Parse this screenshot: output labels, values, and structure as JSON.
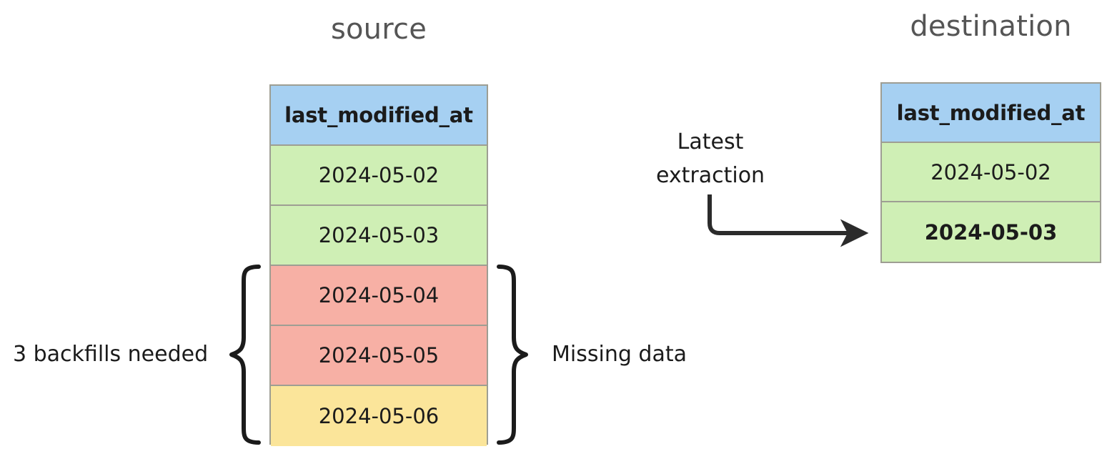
{
  "diagram": {
    "title_source": "source",
    "title_destination": "destination",
    "colors": {
      "header_blue": "#a6d0f2",
      "row_green": "#cfefb5",
      "row_red": "#f7b0a5",
      "row_yellow": "#fbe59a",
      "border_gray": "#9e9e93",
      "title_gray": "#555555",
      "text_dark": "#1b1b1b",
      "stroke_black": "#2b2b2b"
    }
  },
  "source_table": {
    "name": "source",
    "column_header": "last_modified_at",
    "rows": [
      {
        "value": "2024-05-02",
        "status": "synced",
        "color": "#cfefb5",
        "bold": false
      },
      {
        "value": "2024-05-03",
        "status": "synced",
        "color": "#cfefb5",
        "bold": false
      },
      {
        "value": "2024-05-04",
        "status": "missing",
        "color": "#f7b0a5",
        "bold": false
      },
      {
        "value": "2024-05-05",
        "status": "missing",
        "color": "#f7b0a5",
        "bold": false
      },
      {
        "value": "2024-05-06",
        "status": "pending",
        "color": "#fbe59a",
        "bold": false
      }
    ]
  },
  "destination_table": {
    "name": "destination",
    "column_header": "last_modified_at",
    "rows": [
      {
        "value": "2024-05-02",
        "status": "synced",
        "color": "#cfefb5",
        "bold": false
      },
      {
        "value": "2024-05-03",
        "status": "latest",
        "color": "#cfefb5",
        "bold": true
      }
    ]
  },
  "annotations": {
    "arrow_label": "Latest\nextraction",
    "arrow_label_line1": "Latest",
    "arrow_label_line2": "extraction",
    "left_brace_label": "3 backfills needed",
    "right_brace_label": "Missing data"
  }
}
